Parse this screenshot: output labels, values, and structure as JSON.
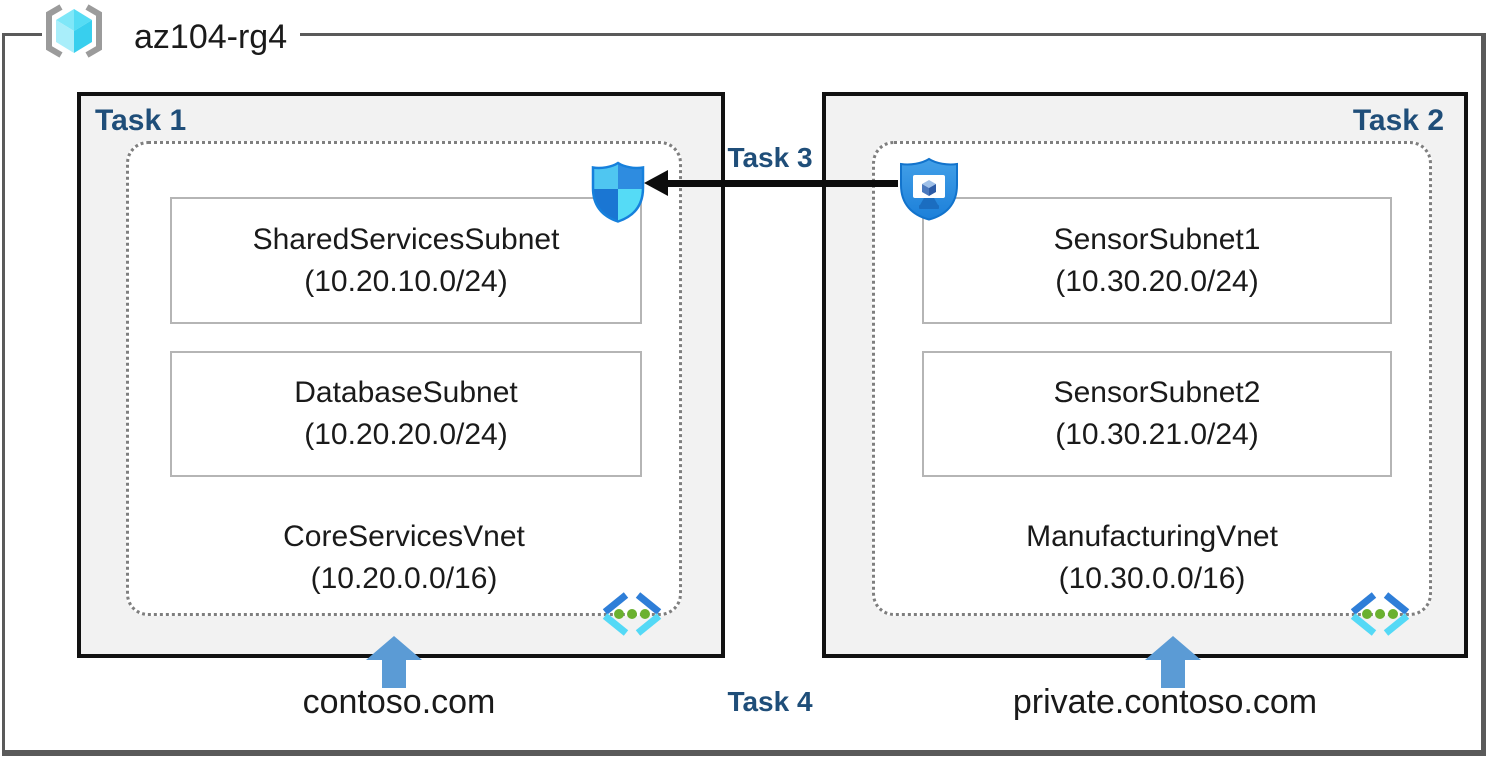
{
  "resource_group": {
    "name": "az104-rg4"
  },
  "tasks": [
    {
      "label": "Task 1",
      "vnet": {
        "name": "CoreServicesVnet",
        "cidr": "(10.20.0.0/16)"
      },
      "subnets": [
        {
          "name": "SharedServicesSubnet",
          "cidr": "(10.20.10.0/24)"
        },
        {
          "name": "DatabaseSubnet",
          "cidr": "(10.20.20.0/24)"
        }
      ],
      "dns_label": "contoso.com"
    },
    {
      "label": "Task 2",
      "vnet": {
        "name": "ManufacturingVnet",
        "cidr": "(10.30.0.0/16)"
      },
      "subnets": [
        {
          "name": "SensorSubnet1",
          "cidr": "(10.30.20.0/24)"
        },
        {
          "name": "SensorSubnet2",
          "cidr": "(10.30.21.0/24)"
        }
      ],
      "dns_label": "private.contoso.com"
    }
  ],
  "annotations": {
    "task3_label": "Task 3",
    "task4_label": "Task 4"
  },
  "icons": {
    "resource_group": "resource-group-icon",
    "nsg_shield": "network-security-group-icon",
    "bastion": "bastion-shield-monitor-icon",
    "virtual_network": "virtual-network-icon",
    "dns_arrow": "up-arrow-icon"
  },
  "colors": {
    "task_label_navy": "#1F4E79",
    "task_box_fill": "#F2F2F2",
    "task_box_border": "#111111",
    "frame_gray": "#5A5A5A",
    "dotted_border_gray": "#7F7F7F",
    "subnet_border_gray": "#B5B5B5",
    "arrow_black": "#0D0D0D",
    "dns_arrow_blue": "#5B9BD5",
    "azure_cyan": "#50E6FF",
    "azure_blue": "#2E8CE0",
    "vnet_dot_green": "#6AB12F"
  }
}
